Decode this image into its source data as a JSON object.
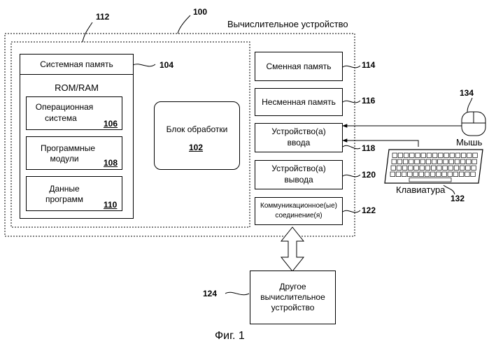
{
  "figure": {
    "caption": "Фиг. 1",
    "device_title": "Вычислительное устройство",
    "refs": {
      "device": "100",
      "main_region": "112",
      "system_memory": "104",
      "processing_unit": "102",
      "os": "106",
      "program_modules": "108",
      "program_data": "110",
      "removable_storage": "114",
      "non_removable_storage": "116",
      "input_devices": "118",
      "output_devices": "120",
      "communication": "122",
      "other_device": "124",
      "keyboard": "132",
      "mouse": "134"
    },
    "labels": {
      "system_memory": "Системная память",
      "rom_ram": "ROM/RAM",
      "os_line1": "Операционная",
      "os_line2": "система",
      "modules_line1": "Программные",
      "modules_line2": "модули",
      "data_line1": "Данные",
      "data_line2": "программ",
      "processing_unit": "Блок обработки",
      "removable_storage": "Сменная память",
      "non_removable_storage": "Несменная память",
      "input_line1": "Устройство(а)",
      "input_line2": "ввода",
      "output_line1": "Устройство(а)",
      "output_line2": "вывода",
      "comm_line1": "Коммуникационное(ые)",
      "comm_line2": "соединение(я)",
      "other_line1": "Другое",
      "other_line2": "вычислительное",
      "other_line3": "устройство",
      "mouse": "Мышь",
      "keyboard": "Клавиатура"
    }
  }
}
